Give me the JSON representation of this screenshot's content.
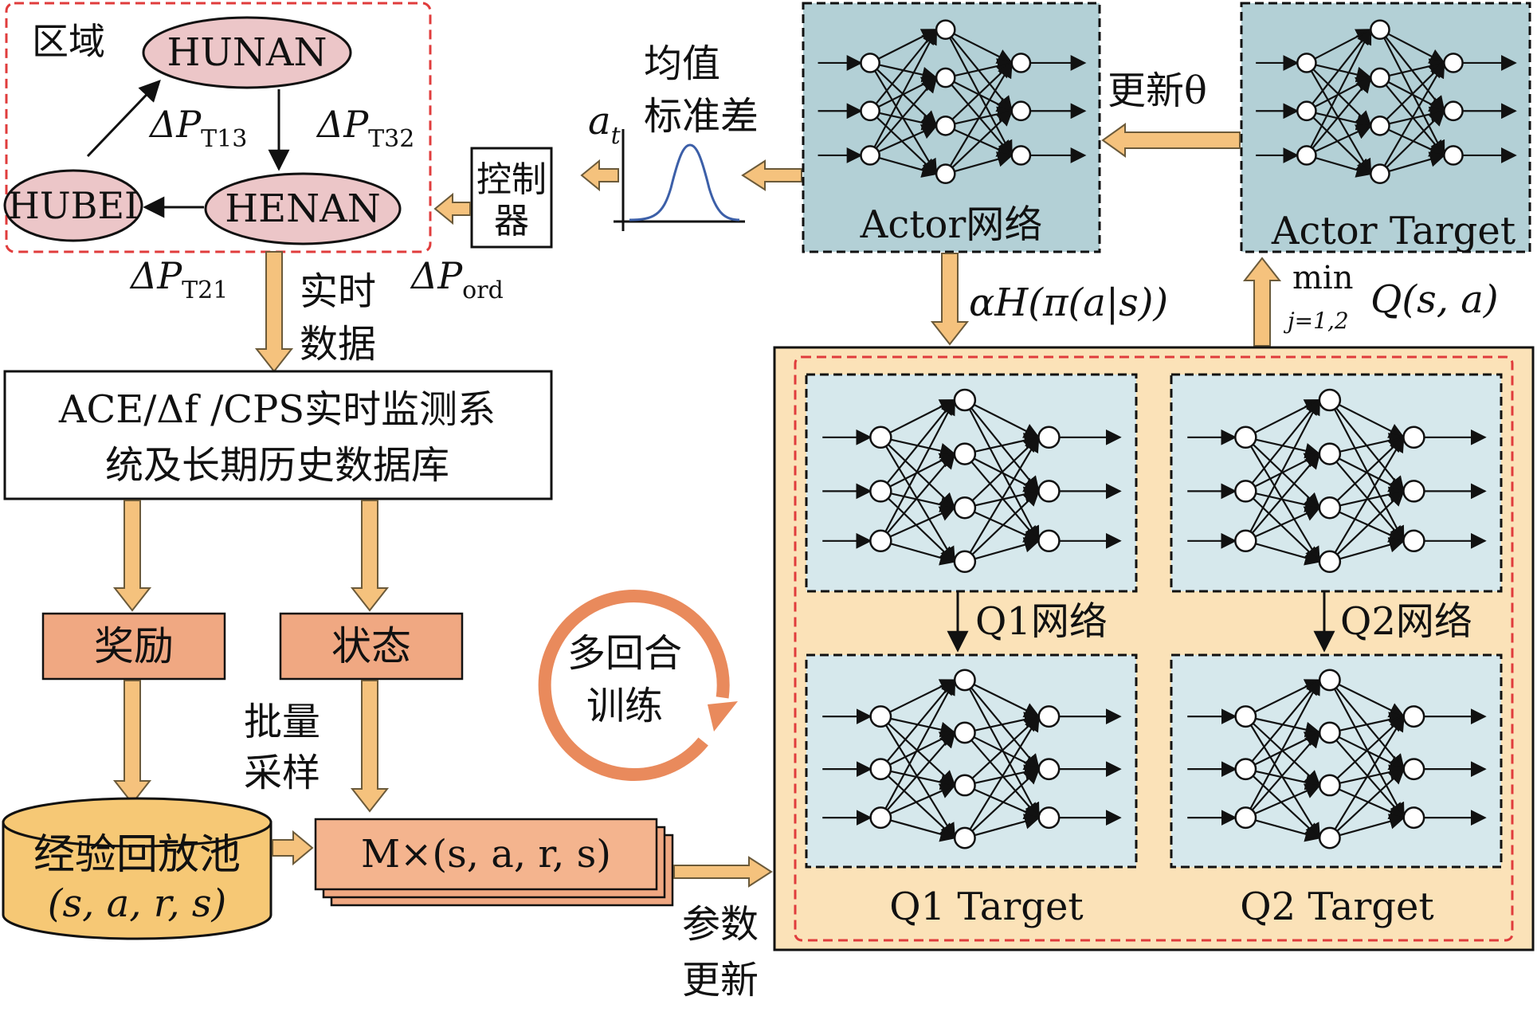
{
  "colors": {
    "region_frame": "#e03c3c",
    "region_fill": "#ecc6c8",
    "network_box": "#b3d0d6",
    "network_box_light": "#d6e8ec",
    "critic_panel": "#fbe2b8",
    "arrow_fill": "#f5c27d",
    "arrow_stroke": "#6b5a3a",
    "block_fill": "#f0a882",
    "pool_fill": "#f6c875",
    "cycle_arrow": "#e98a5c",
    "gaussian": "#3c5fa8"
  },
  "region": {
    "label": "区域",
    "nodes": {
      "hunan": "HUNAN",
      "hubei": "HUBEI",
      "henan": "HENAN"
    },
    "flows": {
      "t13": {
        "main": "ΔP",
        "sub": "T13"
      },
      "t32": {
        "main": "ΔP",
        "sub": "T32"
      },
      "t21": {
        "main": "ΔP",
        "sub": "T21"
      },
      "ord": {
        "main": "ΔP",
        "sub": "ord"
      }
    }
  },
  "controller": {
    "line1": "控制",
    "line2": "器"
  },
  "action": {
    "main": "a",
    "sub": "t"
  },
  "policy_output": {
    "line1": "均值",
    "line2": "标准差"
  },
  "actor": {
    "label": "Actor网络"
  },
  "actor_target": {
    "label": "Actor Target"
  },
  "update_theta": "更新θ",
  "entropy_label": "αH(π(a|s))",
  "min_q": {
    "min": "min",
    "range": "j=1,2",
    "expr": "Q(s, a)"
  },
  "realtime_data": {
    "line1": "实时",
    "line2": "数据"
  },
  "monitor": {
    "line1": "ACE/Δf /CPS实时监测系",
    "line2": "统及长期历史数据库"
  },
  "reward": "奖励",
  "state": "状态",
  "batch_sampling": {
    "line1": "批量",
    "line2": "采样"
  },
  "replay_pool": {
    "title": "经验回放池",
    "tuple": "(s, a, r, s)"
  },
  "minibatch": "M×(s, a, r, s)",
  "multi_round": {
    "line1": "多回合",
    "line2": "训练"
  },
  "param_update": {
    "line1": "参数",
    "line2": "更新"
  },
  "critics": {
    "q1": "Q1网络",
    "q2": "Q2网络",
    "q1_target": "Q1 Target",
    "q2_target": "Q2 Target"
  }
}
